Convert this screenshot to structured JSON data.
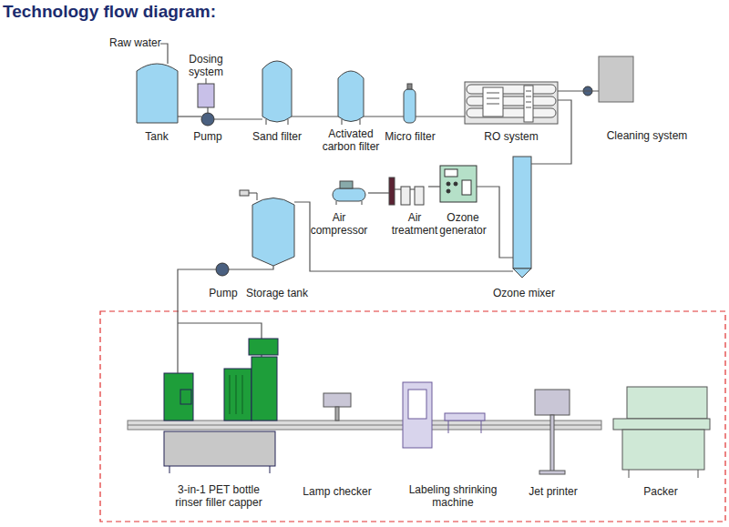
{
  "diagram": {
    "title": "Technology flow diagram:",
    "nodes": [
      {
        "text": [
          "Tank"
        ]
      },
      {
        "text": [
          "Dosing system"
        ]
      },
      {
        "text": [
          "Pump"
        ]
      },
      {
        "text": [
          "Sand filter"
        ]
      },
      {
        "text": [
          "Activated carbon filter"
        ]
      },
      {
        "text": [
          "Micro filter"
        ]
      },
      {
        "text": [
          "RO system"
        ]
      },
      {
        "text": [
          "Cleaning system"
        ]
      },
      {
        "text": [
          "Ozone mixer"
        ]
      },
      {
        "text": [
          "Air compressor"
        ]
      },
      {
        "text": [
          "Air treatment"
        ]
      },
      {
        "text": [
          "Ozone generator"
        ]
      },
      {
        "text": [
          "Storage tank"
        ]
      },
      {
        "text": [
          "Pump"
        ]
      },
      {
        "text": [
          "3-in-1 PET bottle rinser filler capper"
        ]
      },
      {
        "text": [
          "Lamp checker"
        ]
      },
      {
        "text": [
          "Labeling shrinking machine"
        ]
      },
      {
        "text": [
          "Jet printer"
        ]
      },
      {
        "text": [
          "Packer"
        ]
      }
    ],
    "edges": [
      {
        "from": 0,
        "to": 2,
        "arrow": "none"
      },
      {
        "from": 1,
        "to": 2,
        "arrow": "none"
      },
      {
        "from": 2,
        "to": 3,
        "arrow": "none"
      },
      {
        "from": 3,
        "to": 4,
        "arrow": "none"
      },
      {
        "from": 4,
        "to": 5,
        "arrow": "none"
      },
      {
        "from": 5,
        "to": 6,
        "arrow": "none"
      },
      {
        "from": 6,
        "to": 7,
        "arrow": "none"
      },
      {
        "from": 6,
        "to": 8,
        "arrow": "none"
      },
      {
        "from": 9,
        "to": 10,
        "arrow": "none"
      },
      {
        "from": 10,
        "to": 11,
        "arrow": "none"
      },
      {
        "from": 11,
        "to": 8,
        "arrow": "none"
      },
      {
        "from": 8,
        "to": 12,
        "arrow": "none"
      },
      {
        "from": 12,
        "to": 13,
        "arrow": "none"
      },
      {
        "from": 13,
        "to": 14,
        "arrow": "none"
      }
    ],
    "labels": [
      "Raw water"
    ]
  }
}
